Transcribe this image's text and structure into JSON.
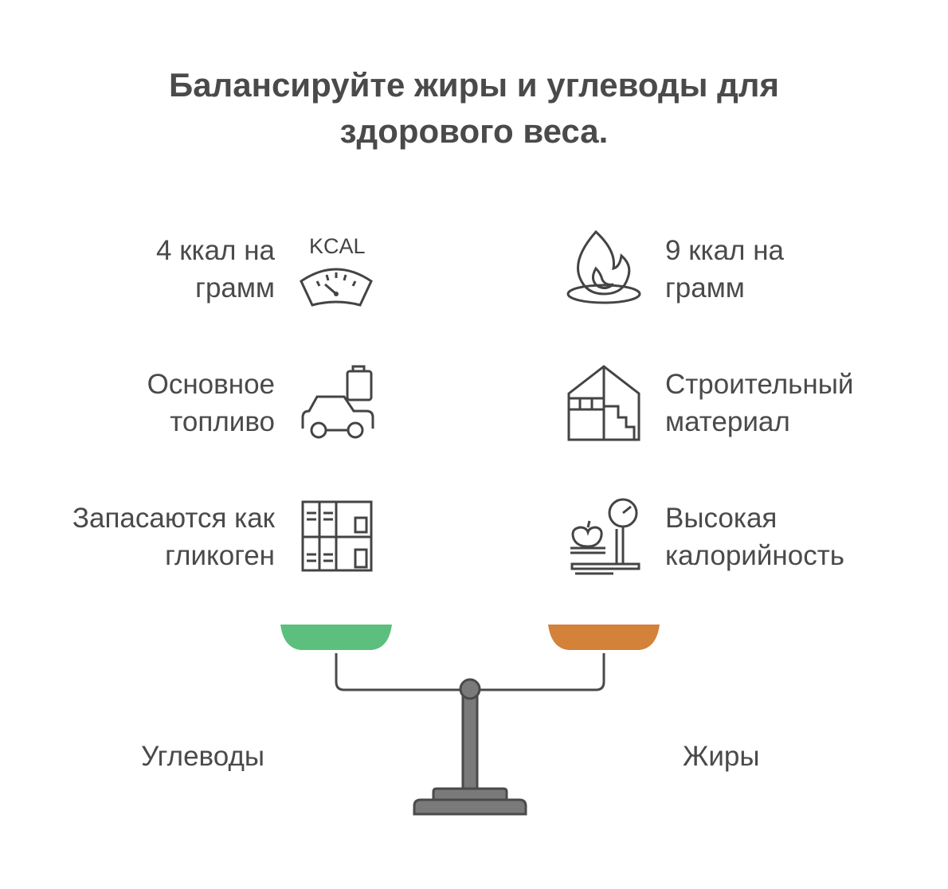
{
  "title": {
    "line1": "Балансируйте жиры и углеводы для",
    "line2": "здорового веса."
  },
  "carbs": {
    "label": "Углеводы",
    "color": "#5cbf7d",
    "items": [
      {
        "line1": "4 ккал на",
        "line2": "грамм",
        "icon": "kcal-gauge-icon",
        "icon_text": "KCAL"
      },
      {
        "line1": "Основное",
        "line2": "топливо",
        "icon": "car-fuel-icon"
      },
      {
        "line1": "Запасаются как",
        "line2": "гликоген",
        "icon": "storage-shelf-icon"
      }
    ]
  },
  "fats": {
    "label": "Жиры",
    "color": "#d4813a",
    "items": [
      {
        "line1": "9 ккал на",
        "line2": "грамм",
        "icon": "flame-icon"
      },
      {
        "line1": "Строительный",
        "line2": "материал",
        "icon": "house-structure-icon"
      },
      {
        "line1": "Высокая",
        "line2": "калорийность",
        "icon": "food-scale-icon"
      }
    ]
  },
  "colors": {
    "line": "#4a4a4a",
    "pillar": "#7a7a7a"
  }
}
